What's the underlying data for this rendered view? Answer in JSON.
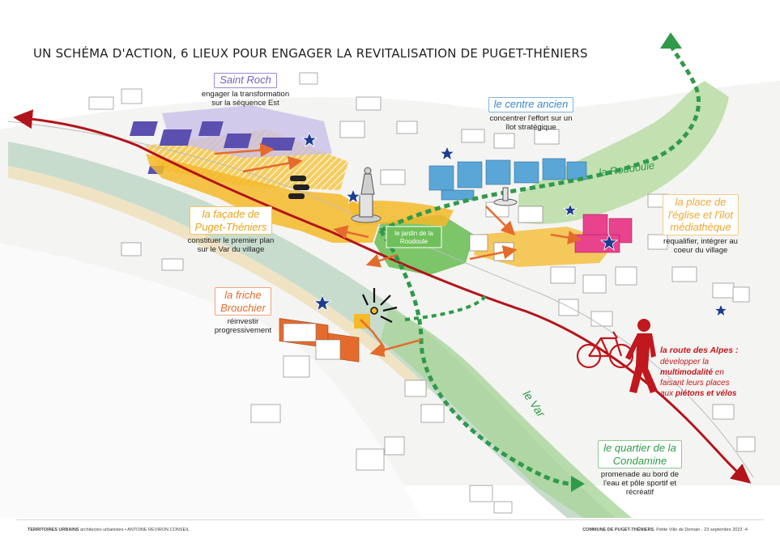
{
  "title": "UN SCHÉMA D'ACTION, 6 LIEUX POUR ENGAGER LA REVITALISATION DE PUGET-THÉNIERS",
  "places": {
    "saint_roch": {
      "title": "Saint Roch",
      "desc_lines": [
        "engager la transformation",
        "sur la séquence Est"
      ],
      "color": "#7a5fb8"
    },
    "centre_ancien": {
      "title": "le centre ancien",
      "desc_lines": [
        "concentrer l'effort sur un",
        "îlot stratégique"
      ],
      "color": "#3a89c9"
    },
    "facade": {
      "title_lines": [
        "la façade de",
        "Puget-Théniers"
      ],
      "desc_lines": [
        "constituer le premier plan",
        "sur le Var du village"
      ],
      "color": "#e6a417"
    },
    "place_eglise": {
      "title_lines": [
        "la place de",
        "l'église et l'îlot",
        "médiathèque"
      ],
      "desc_lines": [
        "requalifier, intégrer au",
        "coeur du village"
      ],
      "color": "#f0a830"
    },
    "friche": {
      "title_lines": [
        "la friche",
        "Brouchier"
      ],
      "desc_lines": [
        "réinvestir",
        "progressivement"
      ],
      "color": "#e56b2c"
    },
    "condamine": {
      "title_lines": [
        "le quartier de la",
        "Condamine"
      ],
      "desc_lines": [
        "promenade au bord de",
        "l'eau et pôle sportif et",
        "récréatif"
      ],
      "color": "#2f9a4a"
    }
  },
  "route_des_alpes": {
    "title": "la route des Alpes :",
    "line2": "développer la",
    "line3_bold": "multimodalité",
    "line3_rest": " en",
    "line4": "faisant leurs places",
    "line5_pre": "aux ",
    "line5_bold": "piétons et vélos",
    "color": "#c0181e"
  },
  "map_labels": {
    "jardin": [
      "le jardin de la",
      "Roudoule"
    ],
    "roudoule": "la Roudoule",
    "var": "le Var"
  },
  "footer": {
    "left_bold": "TERRITOIRES URBAINS",
    "left_rest": " architectes urbanistes • ANTOINE REVIRON CONSEIL",
    "right_bold": "COMMUNE DE PUGET-THÉNIERS",
    "right_rest": ", Petite Ville de Demain - 23 septembre 2023 -4"
  },
  "colors": {
    "orange_zone": "#f5b92a",
    "green_zone": "#7cc46a",
    "river": "#c9dfd3",
    "route": "#b3141b",
    "purple": "#5b4fb0",
    "blue_buildings": "#5aa6d6",
    "pink_buildings": "#e9438e",
    "star": "#1d3d8f"
  }
}
